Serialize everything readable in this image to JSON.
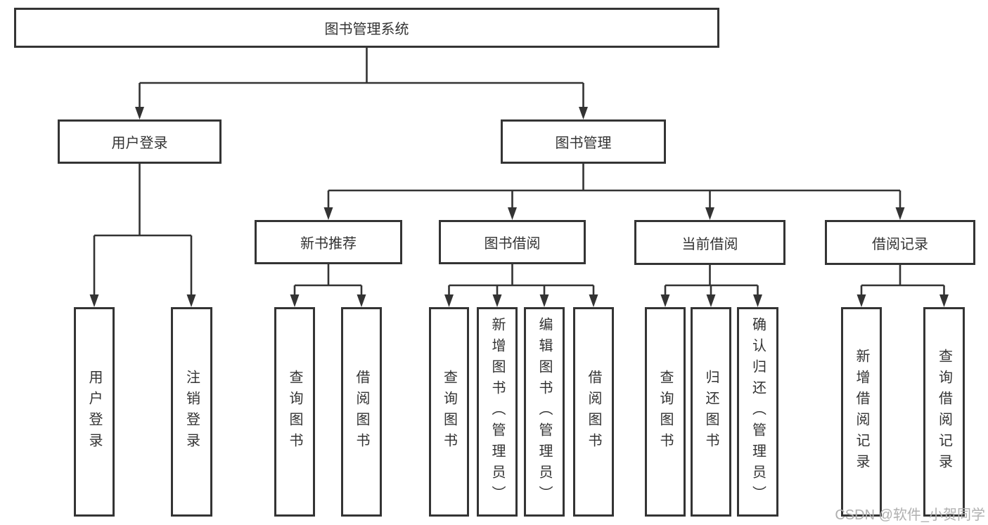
{
  "colors": {
    "background": "#ffffff",
    "line": "#333333",
    "box_border": "#343434",
    "text": "#333333",
    "watermark": "#b0b0b0"
  },
  "watermark": "CSDN @软件_小贺同学",
  "tree": {
    "root": "图书管理系统",
    "branches": [
      {
        "label": "用户登录",
        "children": [
          "用户登录",
          "注销登录"
        ]
      },
      {
        "label": "图书管理",
        "sections": [
          {
            "label": "新书推荐",
            "children": [
              "查询图书",
              "借阅图书"
            ]
          },
          {
            "label": "图书借阅",
            "children": [
              "查询图书",
              "新增图书（管理员）",
              "编辑图书（管理员）",
              "借阅图书"
            ]
          },
          {
            "label": "当前借阅",
            "children": [
              "查询图书",
              "归还图书",
              "确认归还（管理员）"
            ]
          },
          {
            "label": "借阅记录",
            "children": [
              "新增借阅记录",
              "查询借阅记录"
            ]
          }
        ]
      }
    ]
  }
}
